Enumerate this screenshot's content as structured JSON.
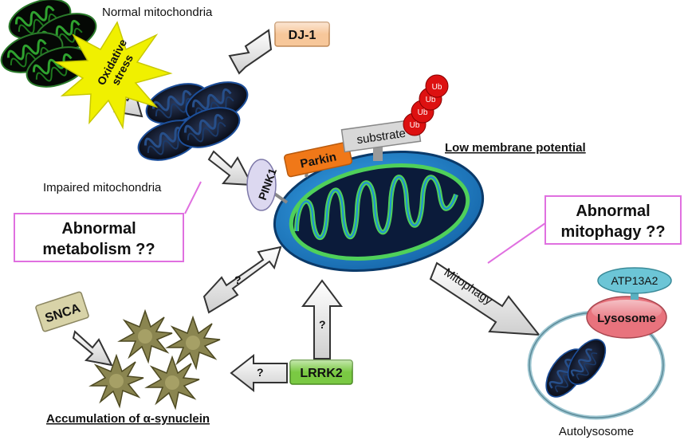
{
  "labels": {
    "normal_mito": "Normal mitochondria",
    "oxidative_stress_line1": "Oxidative",
    "oxidative_stress_line2": "stress",
    "impaired_mito": "Impaired mitochondria",
    "dj1": "DJ-1",
    "pink1": "PINK1",
    "parkin": "Parkin",
    "substrate": "substrate",
    "ub": "Ub",
    "low_membrane_potential": "Low membrane potential",
    "abnormal_metabolism_line1": "Abnormal",
    "abnormal_metabolism_line2": "metabolism ??",
    "abnormal_mitophagy_line1": "Abnormal",
    "abnormal_mitophagy_line2": "mitophagy ??",
    "mitophagy": "Mitophagy",
    "atp13a2": "ATP13A2",
    "lysosome": "Lysosome",
    "autolysosome": "Autolysosome",
    "snca": "SNCA",
    "lrrk2": "LRRK2",
    "question": "?",
    "accumulation": "Accumulation of α-synuclein"
  },
  "colors": {
    "mito_fill": "#1e8fd6",
    "mito_inner": "#0b1b3a",
    "cristae_green": "#4fd05a",
    "parkin": "#f07818",
    "lrrk2": "#7ac943",
    "dj1": "#f7c79a",
    "snca": "#d8d3a8",
    "lysosome": "#e8737d",
    "atp13a2": "#6cc5d6",
    "star_yellow": "#f0f000",
    "ub_red": "#dd1111",
    "magenta_box": "#e070e0",
    "synuclein": "#8a8550"
  },
  "icons": [
    "oxidative-stress-burst",
    "ubiquitin-chain",
    "synuclein-aggregate"
  ]
}
